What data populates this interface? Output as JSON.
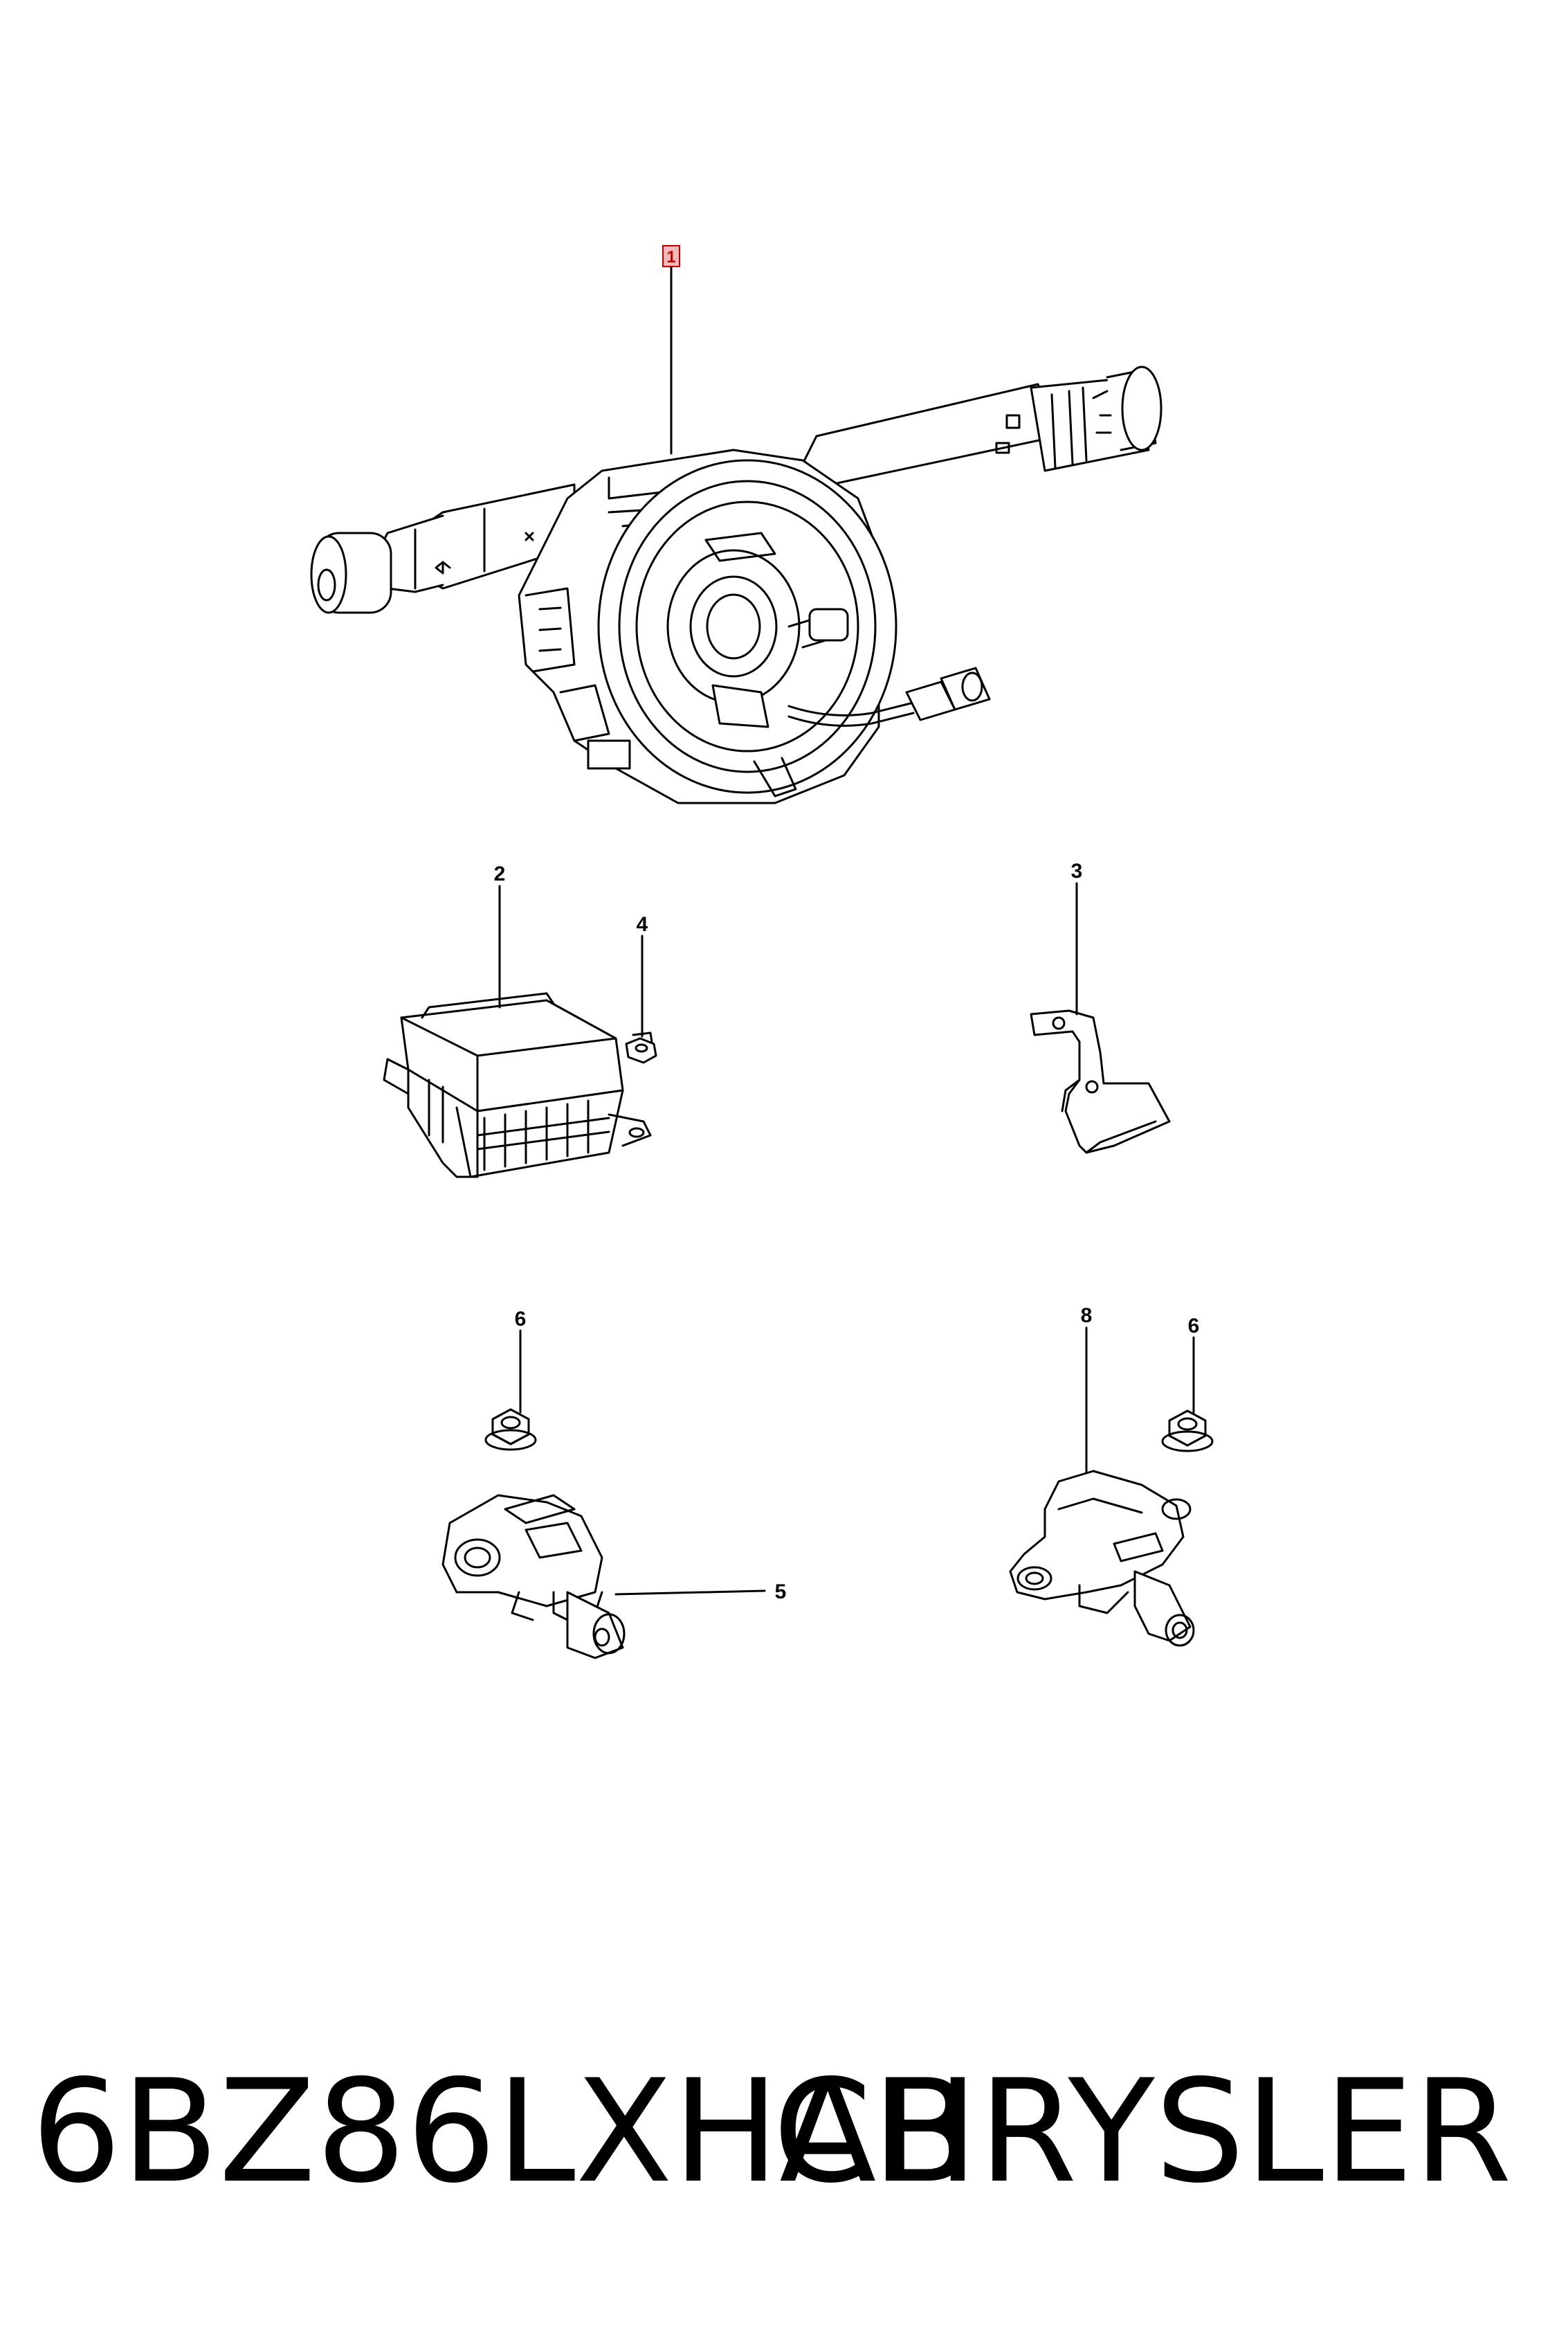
{
  "callouts": {
    "c1": "1",
    "c2": "2",
    "c3": "3",
    "c4": "4",
    "c5": "5",
    "c6a": "6",
    "c6b": "6",
    "c8": "8"
  },
  "footer": {
    "part_number": "6BZ86LXHAB",
    "brand": "CHRYSLER"
  },
  "colors": {
    "line": "#000000",
    "highlight_box_fill": "#f4b8b8",
    "highlight_box_stroke": "#c00000"
  }
}
